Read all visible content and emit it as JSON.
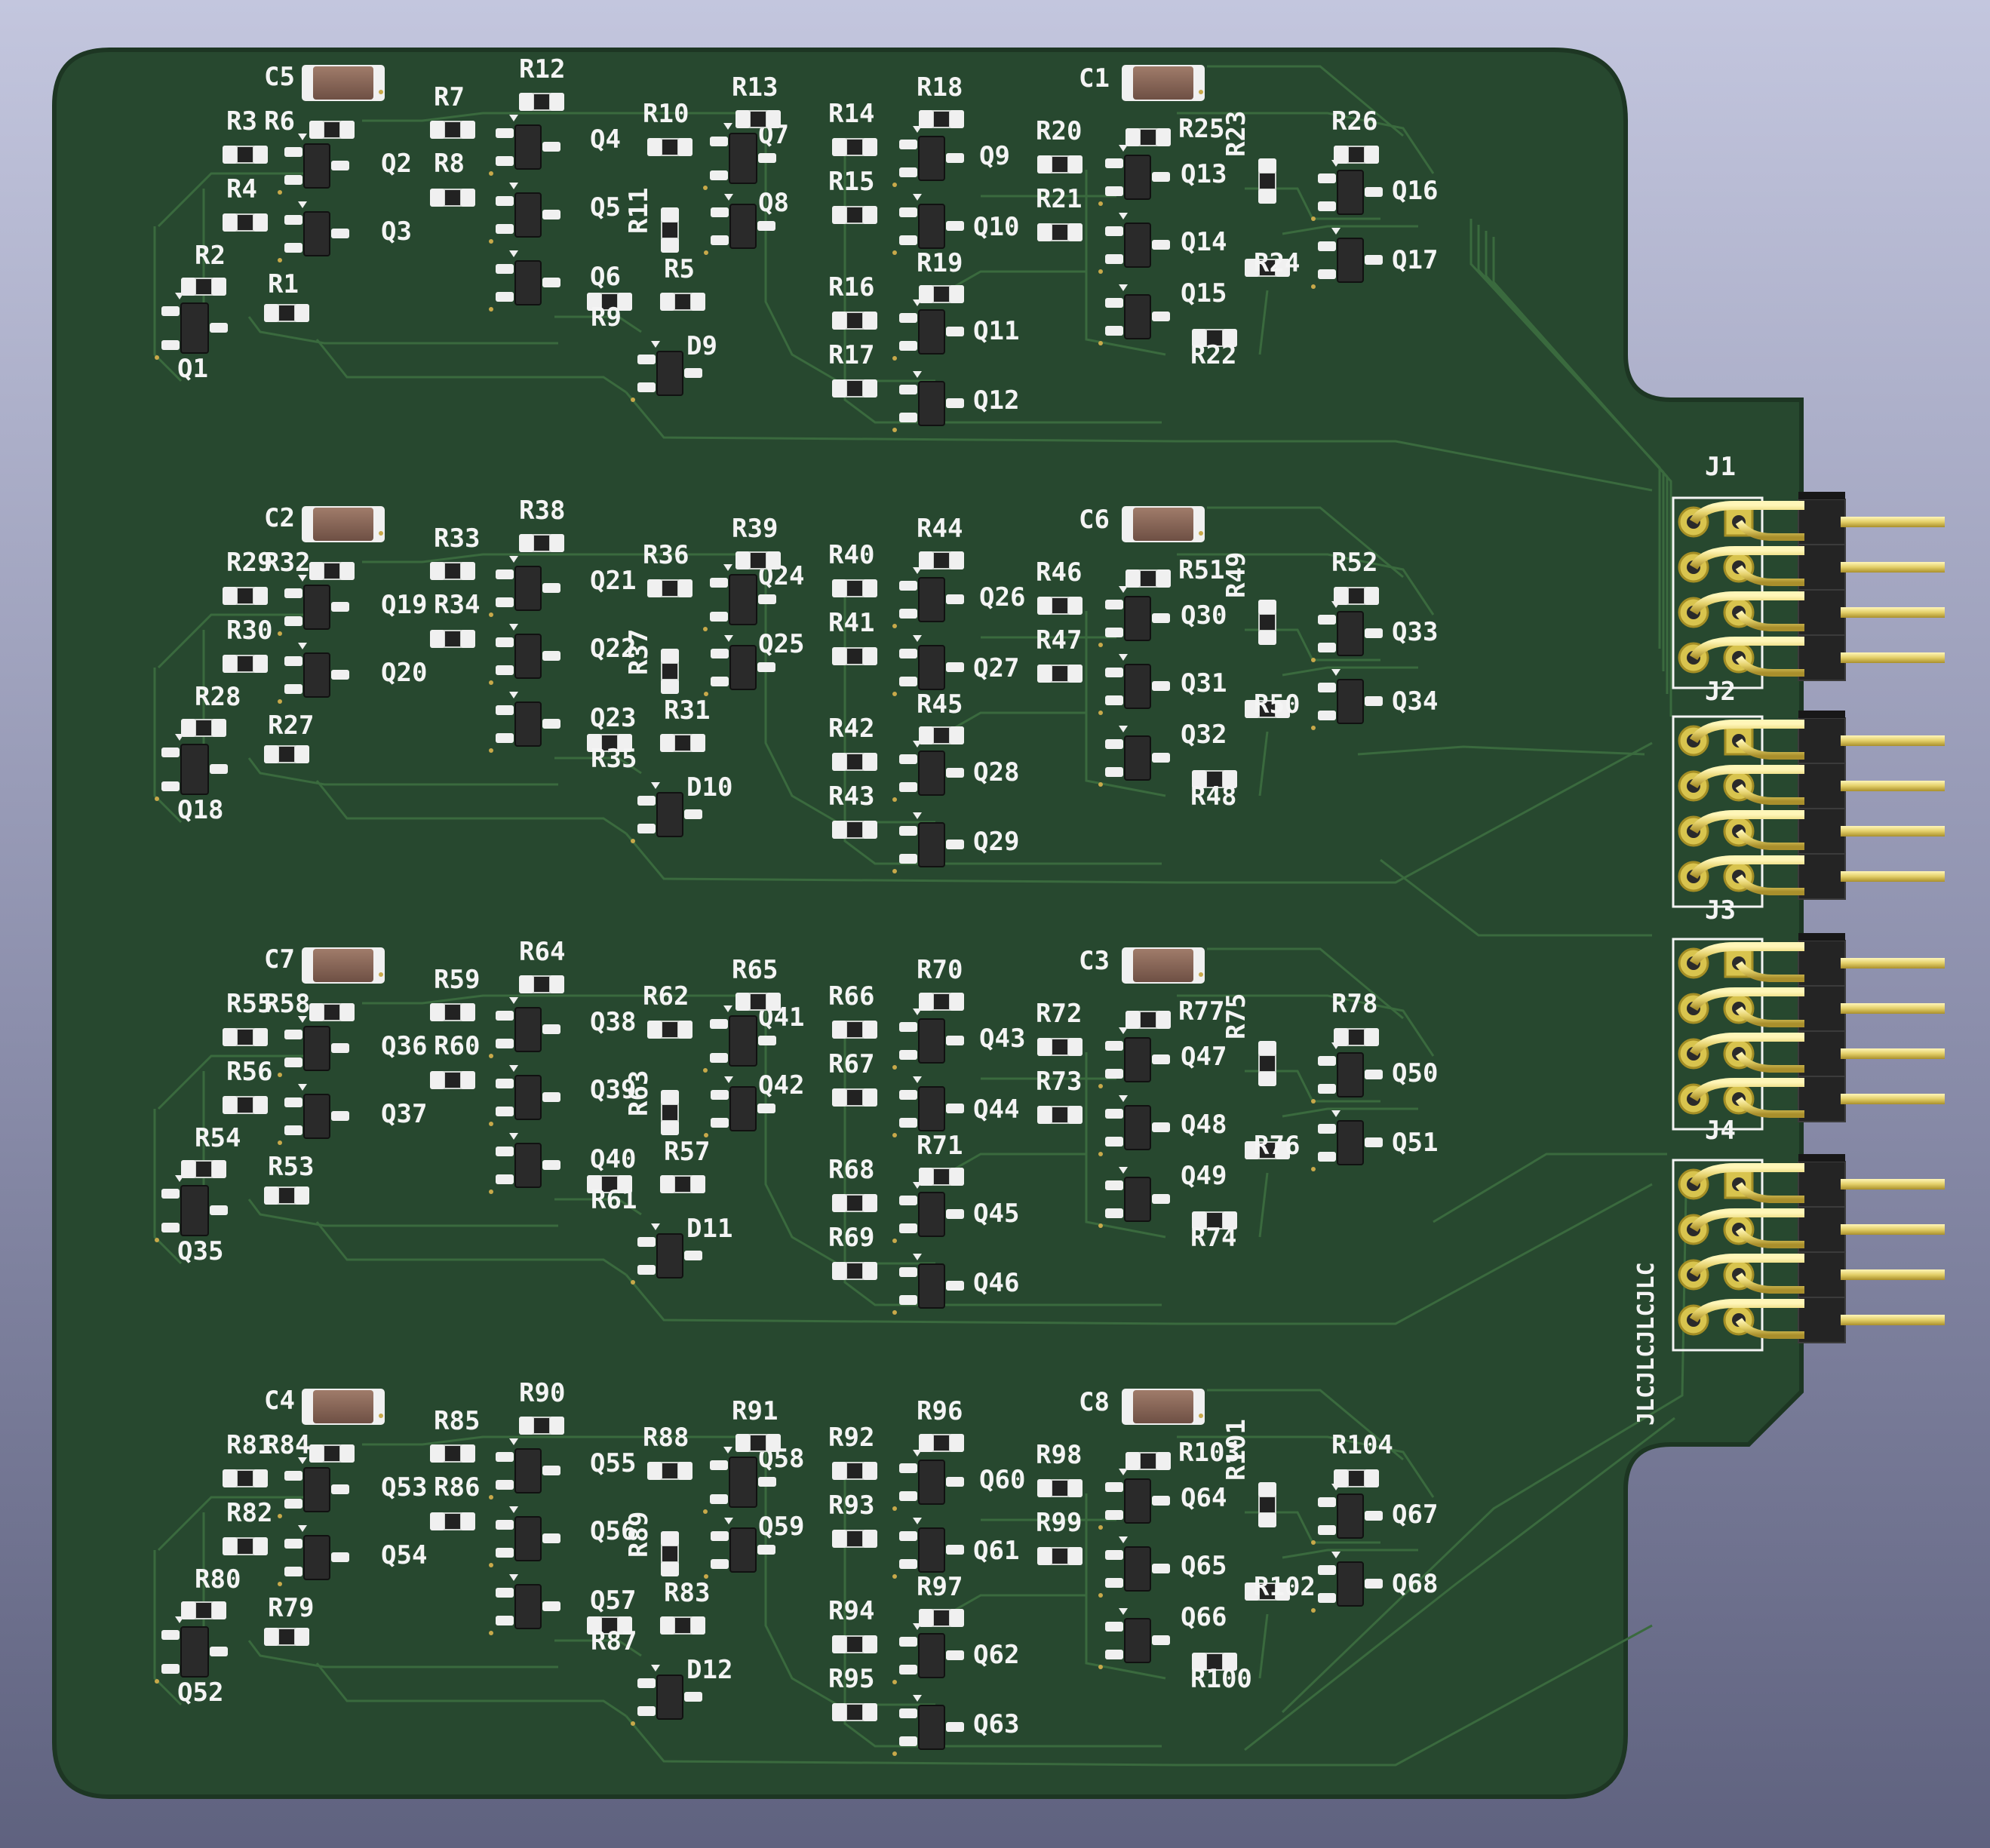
{
  "board": {
    "colors": {
      "background_top": "#c3c6de",
      "background_bottom": "#5f627f",
      "soldermask": "#27482f",
      "board_edge": "#1d3623",
      "trace": "#3a6a3e",
      "pad": "#f0f0f0",
      "ic_body": "#2a2a2a",
      "capacitor_body": "#8a6a5a",
      "header_gold": "#e9d97a",
      "header_plastic": "#242424",
      "silkscreen": "#f4f4f4"
    },
    "silkscreen_text": "JLCJLCJLCJLC",
    "connectors": [
      "J1",
      "J2",
      "J3",
      "J4"
    ],
    "capacitors": [
      {
        "ref": "C5",
        "block": 0,
        "col": 0
      },
      {
        "ref": "C1",
        "block": 0,
        "col": 1
      },
      {
        "ref": "C2",
        "block": 1,
        "col": 0
      },
      {
        "ref": "C6",
        "block": 1,
        "col": 1
      },
      {
        "ref": "C7",
        "block": 2,
        "col": 0
      },
      {
        "ref": "C3",
        "block": 2,
        "col": 1
      },
      {
        "ref": "C4",
        "block": 3,
        "col": 0
      },
      {
        "ref": "C8",
        "block": 3,
        "col": 1
      }
    ],
    "diodes": [
      "D9",
      "D10",
      "D11",
      "D12"
    ],
    "blocks": [
      {
        "transistors": [
          "Q1",
          "Q2",
          "Q3",
          "Q4",
          "Q5",
          "Q6",
          "Q7",
          "Q8",
          "Q9",
          "Q10",
          "Q11",
          "Q12",
          "Q13",
          "Q14",
          "Q15",
          "Q16",
          "Q17"
        ],
        "resistors": [
          "R1",
          "R2",
          "R3",
          "R4",
          "R6",
          "R7",
          "R8",
          "R9",
          "R10",
          "R11",
          "R12",
          "R13",
          "R5",
          "R14",
          "R15",
          "R16",
          "R17",
          "R18",
          "R19",
          "R20",
          "R21",
          "R22",
          "R23",
          "R24",
          "R25",
          "R26"
        ]
      },
      {
        "transistors": [
          "Q18",
          "Q19",
          "Q20",
          "Q21",
          "Q22",
          "Q23",
          "Q24",
          "Q25",
          "Q26",
          "Q27",
          "Q28",
          "Q29",
          "Q30",
          "Q31",
          "Q32",
          "Q33",
          "Q34"
        ],
        "resistors": [
          "R27",
          "R28",
          "R29",
          "R30",
          "R32",
          "R33",
          "R34",
          "R35",
          "R36",
          "R37",
          "R38",
          "R39",
          "R31",
          "R40",
          "R41",
          "R42",
          "R43",
          "R44",
          "R45",
          "R46",
          "R47",
          "R48",
          "R49",
          "R50",
          "R51",
          "R52"
        ]
      },
      {
        "transistors": [
          "Q35",
          "Q36",
          "Q37",
          "Q38",
          "Q39",
          "Q40",
          "Q41",
          "Q42",
          "Q43",
          "Q44",
          "Q45",
          "Q46",
          "Q47",
          "Q48",
          "Q49",
          "Q50",
          "Q51"
        ],
        "resistors": [
          "R53",
          "R54",
          "R55",
          "R56",
          "R58",
          "R59",
          "R60",
          "R61",
          "R62",
          "R63",
          "R64",
          "R65",
          "R57",
          "R66",
          "R67",
          "R68",
          "R69",
          "R70",
          "R71",
          "R72",
          "R73",
          "R74",
          "R75",
          "R76",
          "R77",
          "R78"
        ]
      },
      {
        "transistors": [
          "Q52",
          "Q53",
          "Q54",
          "Q55",
          "Q56",
          "Q57",
          "Q58",
          "Q59",
          "Q60",
          "Q61",
          "Q62",
          "Q63",
          "Q64",
          "Q65",
          "Q66",
          "Q67",
          "Q68"
        ],
        "resistors": [
          "R79",
          "R80",
          "R81",
          "R82",
          "R84",
          "R85",
          "R86",
          "R87",
          "R88",
          "R89",
          "R90",
          "R91",
          "R83",
          "R92",
          "R93",
          "R94",
          "R95",
          "R96",
          "R97",
          "R98",
          "R99",
          "R100",
          "R101",
          "R102",
          "R103",
          "R104"
        ]
      }
    ]
  }
}
